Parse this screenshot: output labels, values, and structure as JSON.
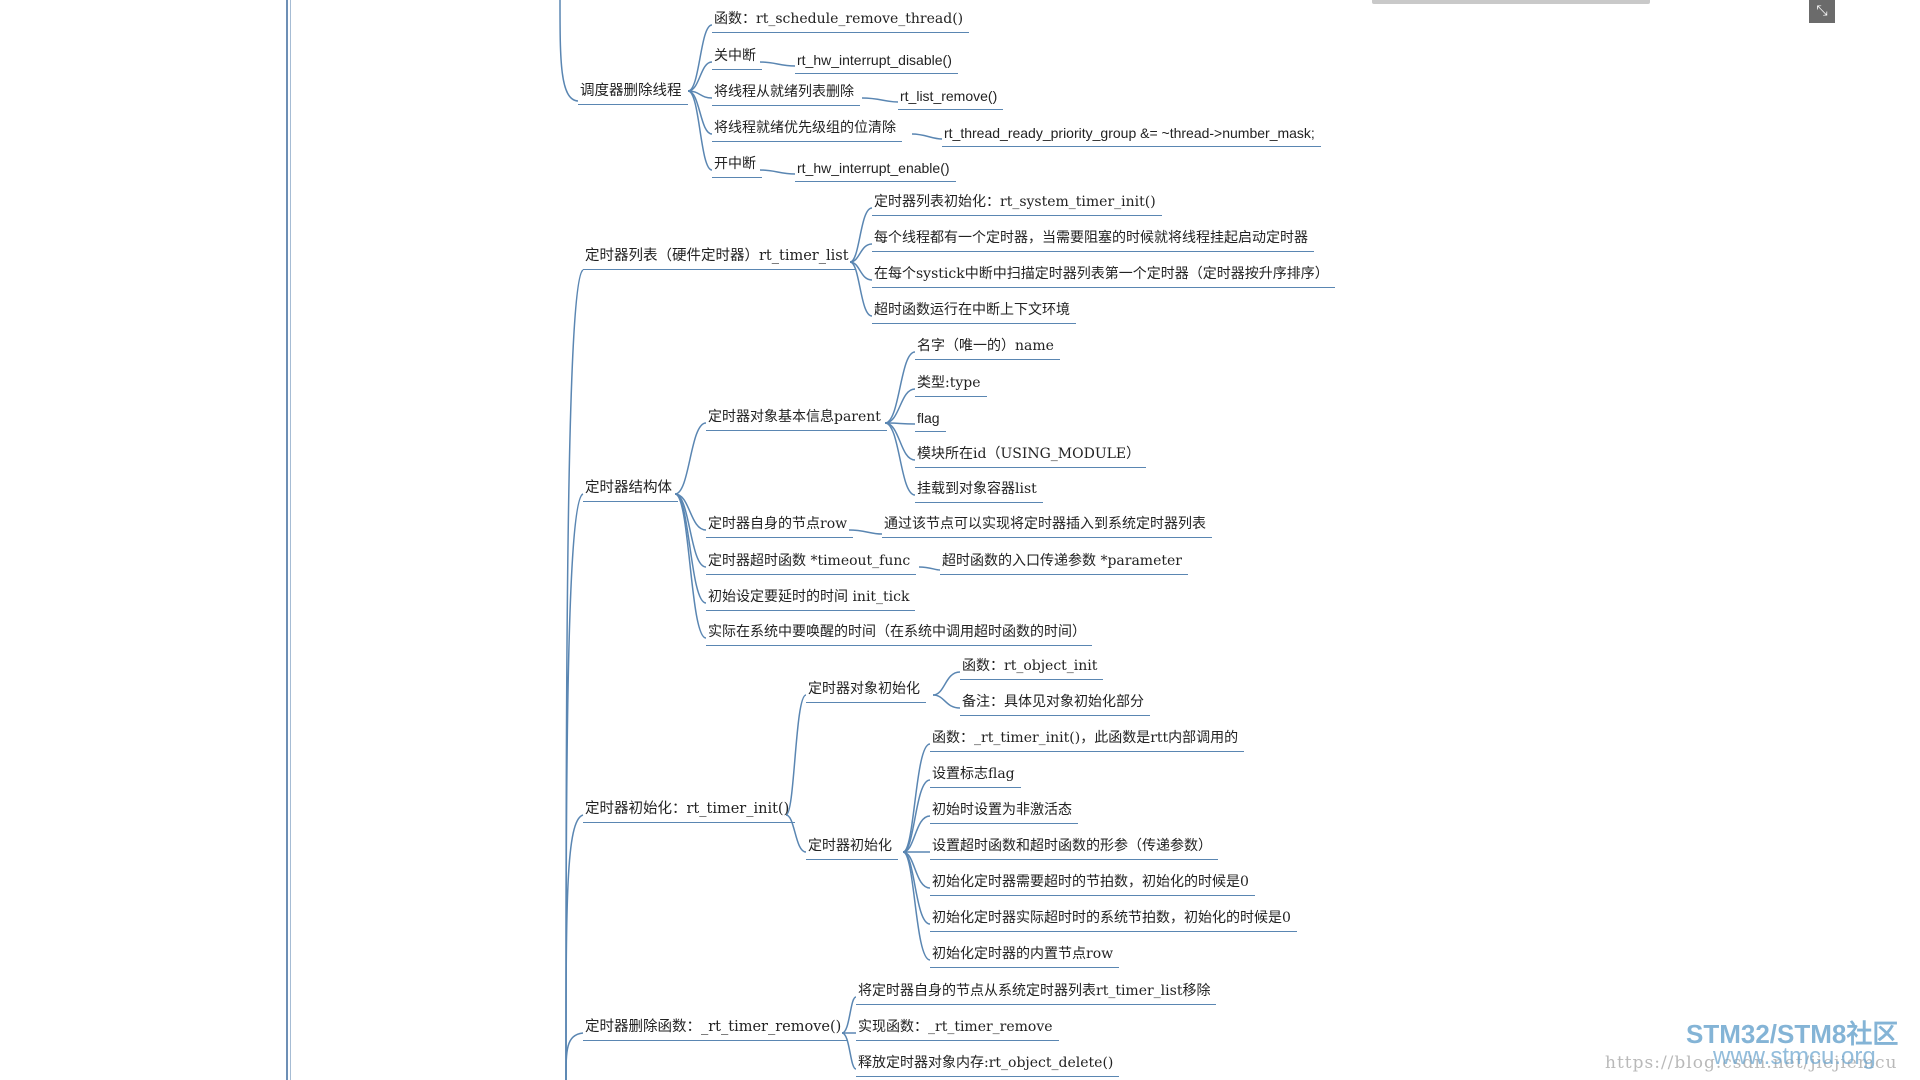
{
  "toolbar": {
    "fullscreen_icon": "exit-fullscreen-icon",
    "fullscreen_glyph": "⤡"
  },
  "mindmap": {
    "scheduler_remove": {
      "label": "调度器删除线程",
      "children": [
        "函数：rt_schedule_remove_thread()",
        "关中断",
        "将线程从就绪列表删除",
        "将线程就绪优先级组的位清除",
        "开中断"
      ],
      "details": {
        "disable": "rt_hw_interrupt_disable()",
        "list_remove": "rt_list_remove()",
        "priority_clear": "rt_thread_ready_priority_group &= ~thread->number_mask;",
        "enable": "rt_hw_interrupt_enable()"
      }
    },
    "timer_list": {
      "label": "定时器列表（硬件定时器）rt_timer_list",
      "children": [
        "定时器列表初始化：rt_system_timer_init()",
        "每个线程都有一个定时器，当需要阻塞的时候就将线程挂起启动定时器",
        "在每个systick中断中扫描定时器列表第一个定时器（定时器按升序排序）",
        "超时函数运行在中断上下文环境"
      ]
    },
    "timer_struct": {
      "label": "定时器结构体",
      "parent": {
        "label": "定时器对象基本信息parent",
        "children": [
          "名字（唯一的）name",
          "类型:type",
          "flag",
          "模块所在id（USING_MODULE）",
          "挂载到对象容器list"
        ]
      },
      "row": {
        "label": "定时器自身的节点row",
        "detail": "通过该节点可以实现将定时器插入到系统定时器列表"
      },
      "timeout": {
        "label": "定时器超时函数 *timeout_func",
        "detail": "超时函数的入口传递参数 *parameter"
      },
      "init_tick": "初始设定要延时的时间 init_tick",
      "wake": "实际在系统中要唤醒的时间（在系统中调用超时函数的时间）"
    },
    "timer_init": {
      "label": "定时器初始化：rt_timer_init()",
      "object_init": {
        "label": "定时器对象初始化",
        "children": [
          "函数：rt_object_init",
          "备注：具体见对象初始化部分"
        ]
      },
      "init": {
        "label": "定时器初始化",
        "children": [
          "函数：_rt_timer_init()，此函数是rtt内部调用的",
          "设置标志flag",
          "初始时设置为非激活态",
          "设置超时函数和超时函数的形参（传递参数）",
          "初始化定时器需要超时的节拍数，初始化的时候是0",
          "初始化定时器实际超时时的系统节拍数，初始化的时候是0",
          "初始化定时器的内置节点row"
        ]
      }
    },
    "timer_remove": {
      "label": "定时器删除函数：_rt_timer_remove()",
      "children": [
        "将定时器自身的节点从系统定时器列表rt_timer_list移除",
        "实现函数：_rt_timer_remove",
        "释放定时器对象内存:rt_object_delete()"
      ]
    }
  },
  "watermark": {
    "url": "https://blog.csdn.net/jiejiemcu",
    "brand": "STM32/STM8社区",
    "site": "www.stmcu.org"
  },
  "colors": {
    "line": "#5a86b2",
    "text": "#222222",
    "watermark": "#6fa7d0"
  }
}
